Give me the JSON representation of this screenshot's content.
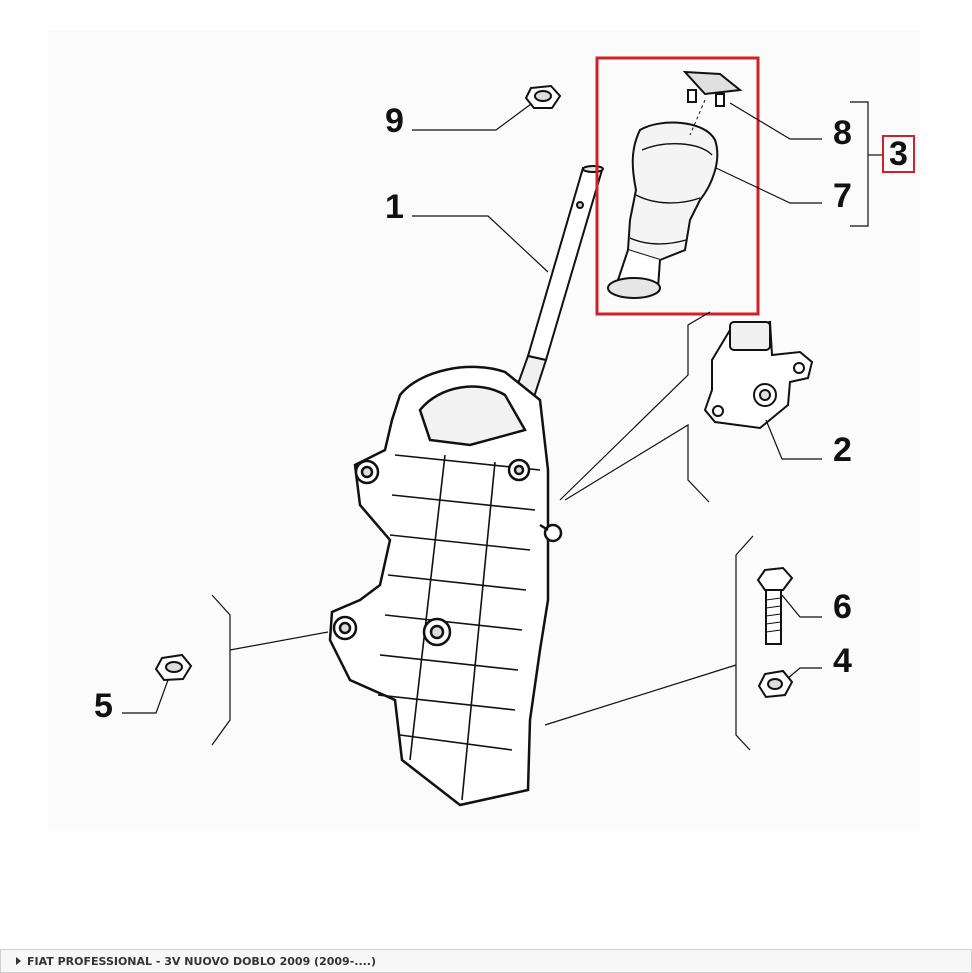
{
  "diagram": {
    "callouts": {
      "n1": "1",
      "n2": "2",
      "n3": "3",
      "n4": "4",
      "n5": "5",
      "n6": "6",
      "n7": "7",
      "n8": "8",
      "n9": "9"
    },
    "highlight_color": "#d0202a",
    "highlighted_group": "3"
  },
  "footer": {
    "breadcrumb": "FIAT PROFESSIONAL - 3V NUOVO DOBLO 2009 (2009-....)"
  }
}
